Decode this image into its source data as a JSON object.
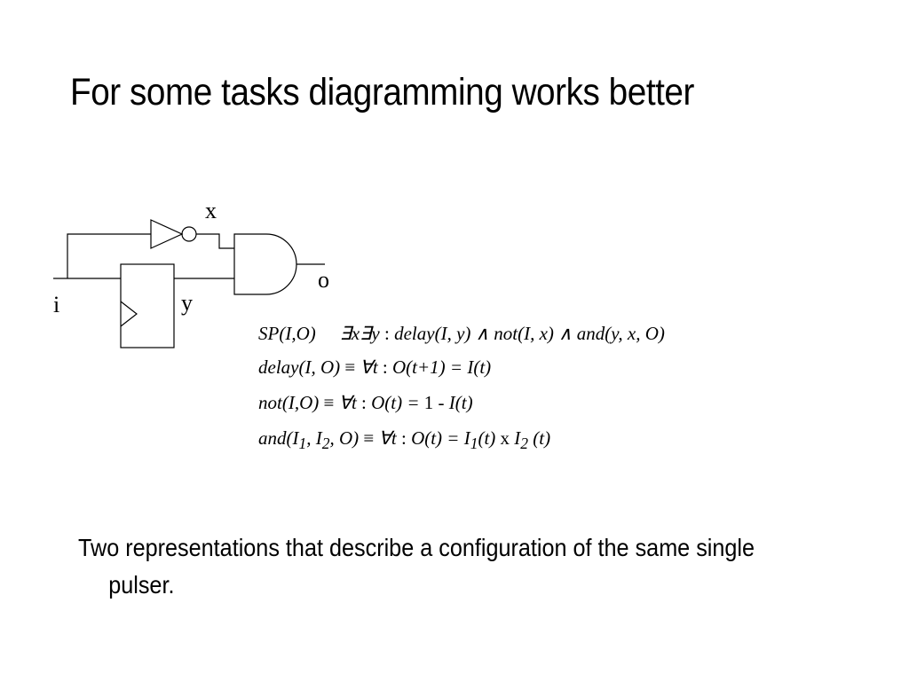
{
  "slide": {
    "title": "For some tasks diagramming works better",
    "caption": "Two representations that describe a configuration of the same single pulser."
  },
  "circuit": {
    "labels": {
      "x": "x",
      "o": "o",
      "i": "i",
      "y": "y"
    }
  },
  "formulas": {
    "sp": {
      "lhs": "SP(I,O)",
      "sym": "",
      "quant": "∃x∃y",
      "colon": " : ",
      "body": "delay(I, y) ∧ not(I, x) ∧ and(y, x, O)"
    },
    "delay": {
      "lhs": "delay(I, O)",
      "sym": "≡",
      "quant": "∀t",
      "colon": " : ",
      "body": "O(t+1) = I(t)"
    },
    "not": {
      "lhs": "not(I,O)",
      "sym": "≡",
      "quant": "∀t",
      "colon": " : ",
      "body_a": "O(t) = ",
      "body_b": "1 - ",
      "body_c": "I(t)"
    },
    "and": {
      "lhs_a": "and(I",
      "lhs_sub1": "1",
      "lhs_b": ", I",
      "lhs_sub2": "2",
      "lhs_c": ", O)",
      "sym": "≡",
      "quant": "∀t",
      "colon": " : ",
      "body_a": "O(t) = I",
      "body_sub1": "1",
      "body_b": "(t)",
      "times": " x ",
      "body_c": "I",
      "body_sub2": "2",
      "body_d": " (t)"
    }
  },
  "colors": {
    "background": "#ffffff",
    "ink": "#000000"
  }
}
